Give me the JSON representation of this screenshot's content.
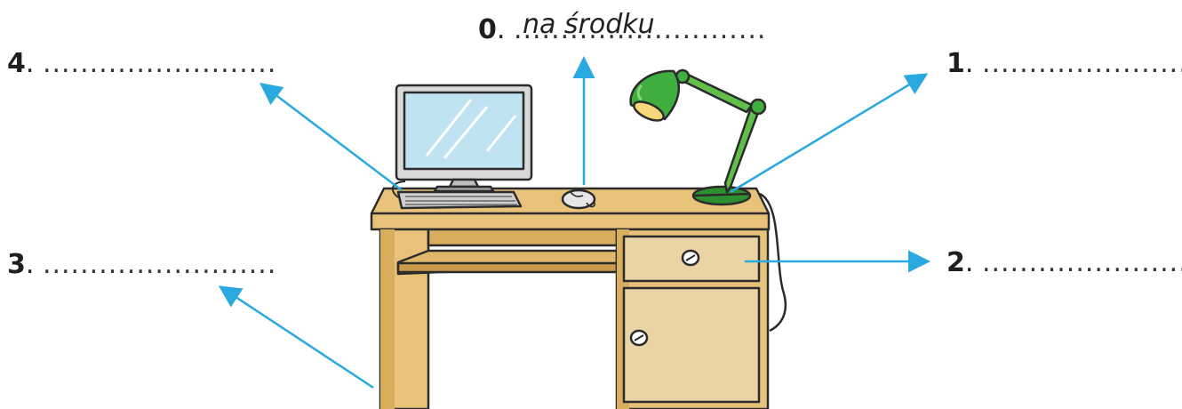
{
  "labels": {
    "item0": {
      "number": "0",
      "dots": "...........................",
      "answer": "na środku"
    },
    "item1": {
      "number": "1",
      "dots": "........................."
    },
    "item2": {
      "number": "2",
      "dots": "........................."
    },
    "item3": {
      "number": "3",
      "dots": "........................."
    },
    "item4": {
      "number": "4",
      "dots": "........................."
    }
  },
  "colors": {
    "arrow": "#29a9df",
    "wood": "#e9c27a",
    "wood_dark": "#c99b4a",
    "drawer": "#ead3a4",
    "lamp": "#3fae3f",
    "screen": "#bfe3f0",
    "outline": "#2b2b2b"
  },
  "icons": [
    "desk-illustration",
    "computer-monitor-icon",
    "keyboard-icon",
    "mouse-icon",
    "desk-lamp-icon"
  ]
}
